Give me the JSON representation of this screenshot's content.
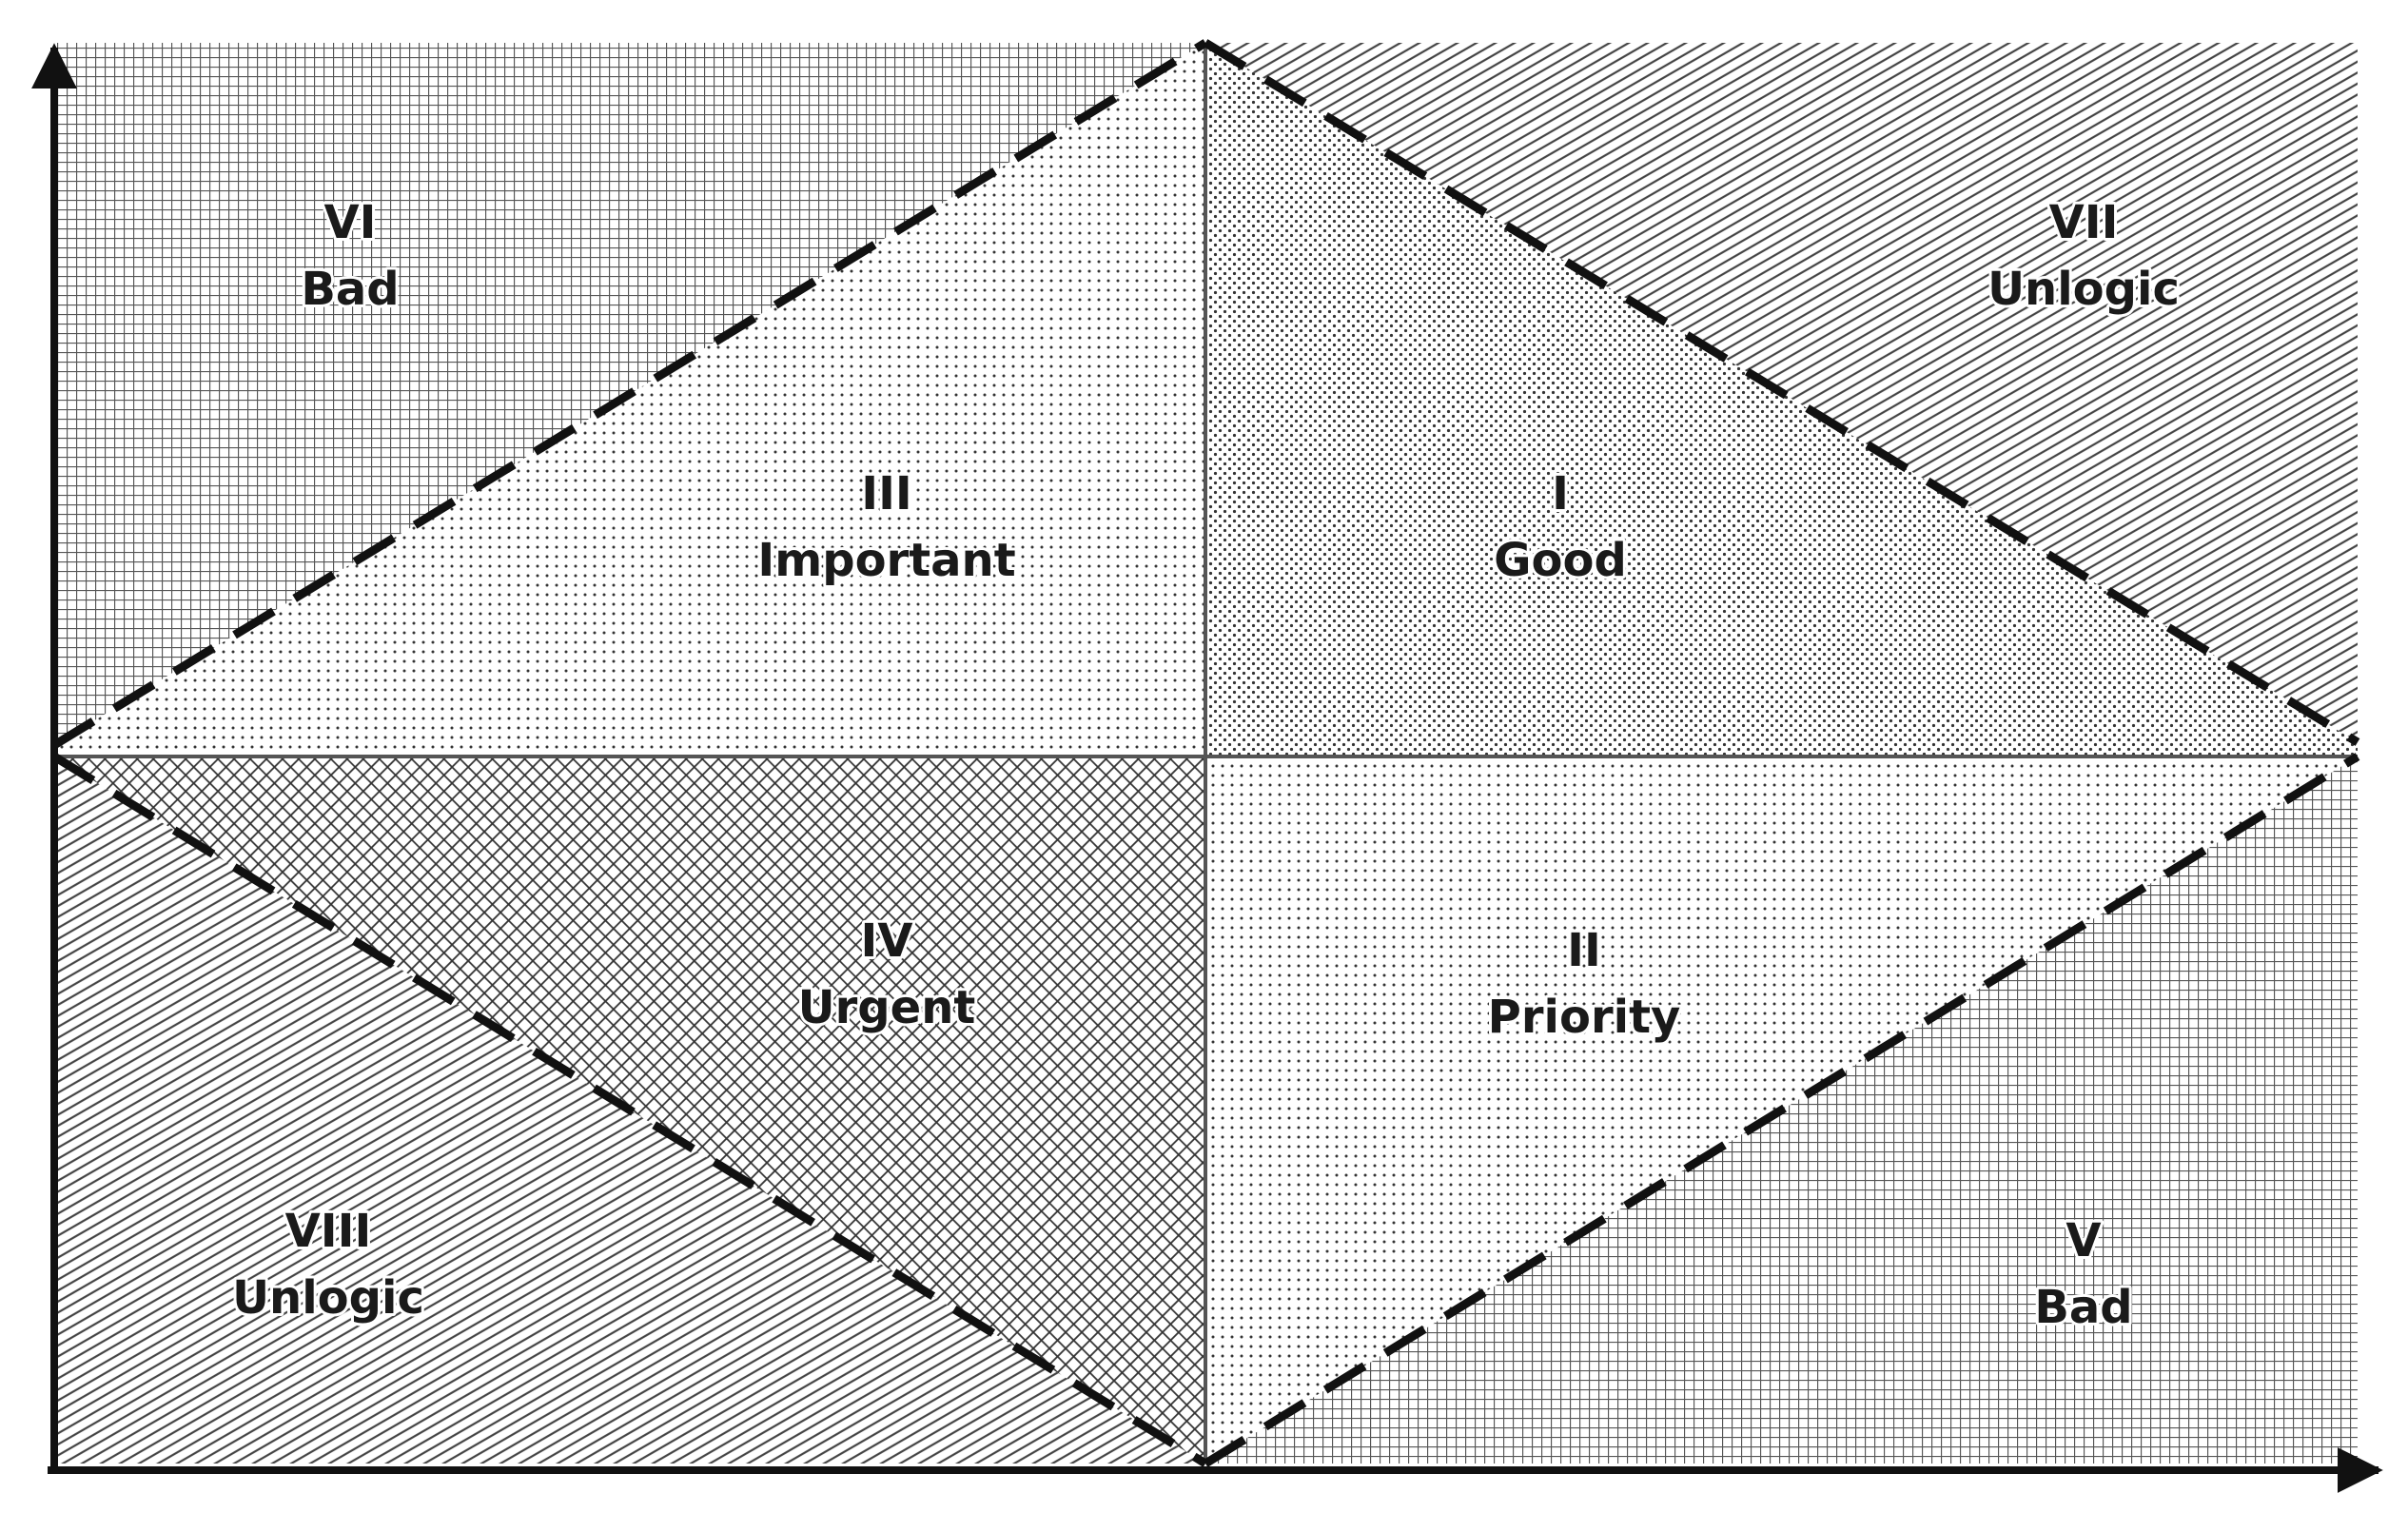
{
  "regions": [
    {
      "id": "vi",
      "numeral": "VI",
      "label": "Bad"
    },
    {
      "id": "vii",
      "numeral": "VII",
      "label": "Unlogic"
    },
    {
      "id": "iii",
      "numeral": "III",
      "label": "Important"
    },
    {
      "id": "i",
      "numeral": "I",
      "label": "Good"
    },
    {
      "id": "iv",
      "numeral": "IV",
      "label": "Urgent"
    },
    {
      "id": "ii",
      "numeral": "II",
      "label": "Priority"
    },
    {
      "id": "viii",
      "numeral": "VIII",
      "label": "Unlogic"
    },
    {
      "id": "v",
      "numeral": "V",
      "label": "Bad"
    }
  ]
}
